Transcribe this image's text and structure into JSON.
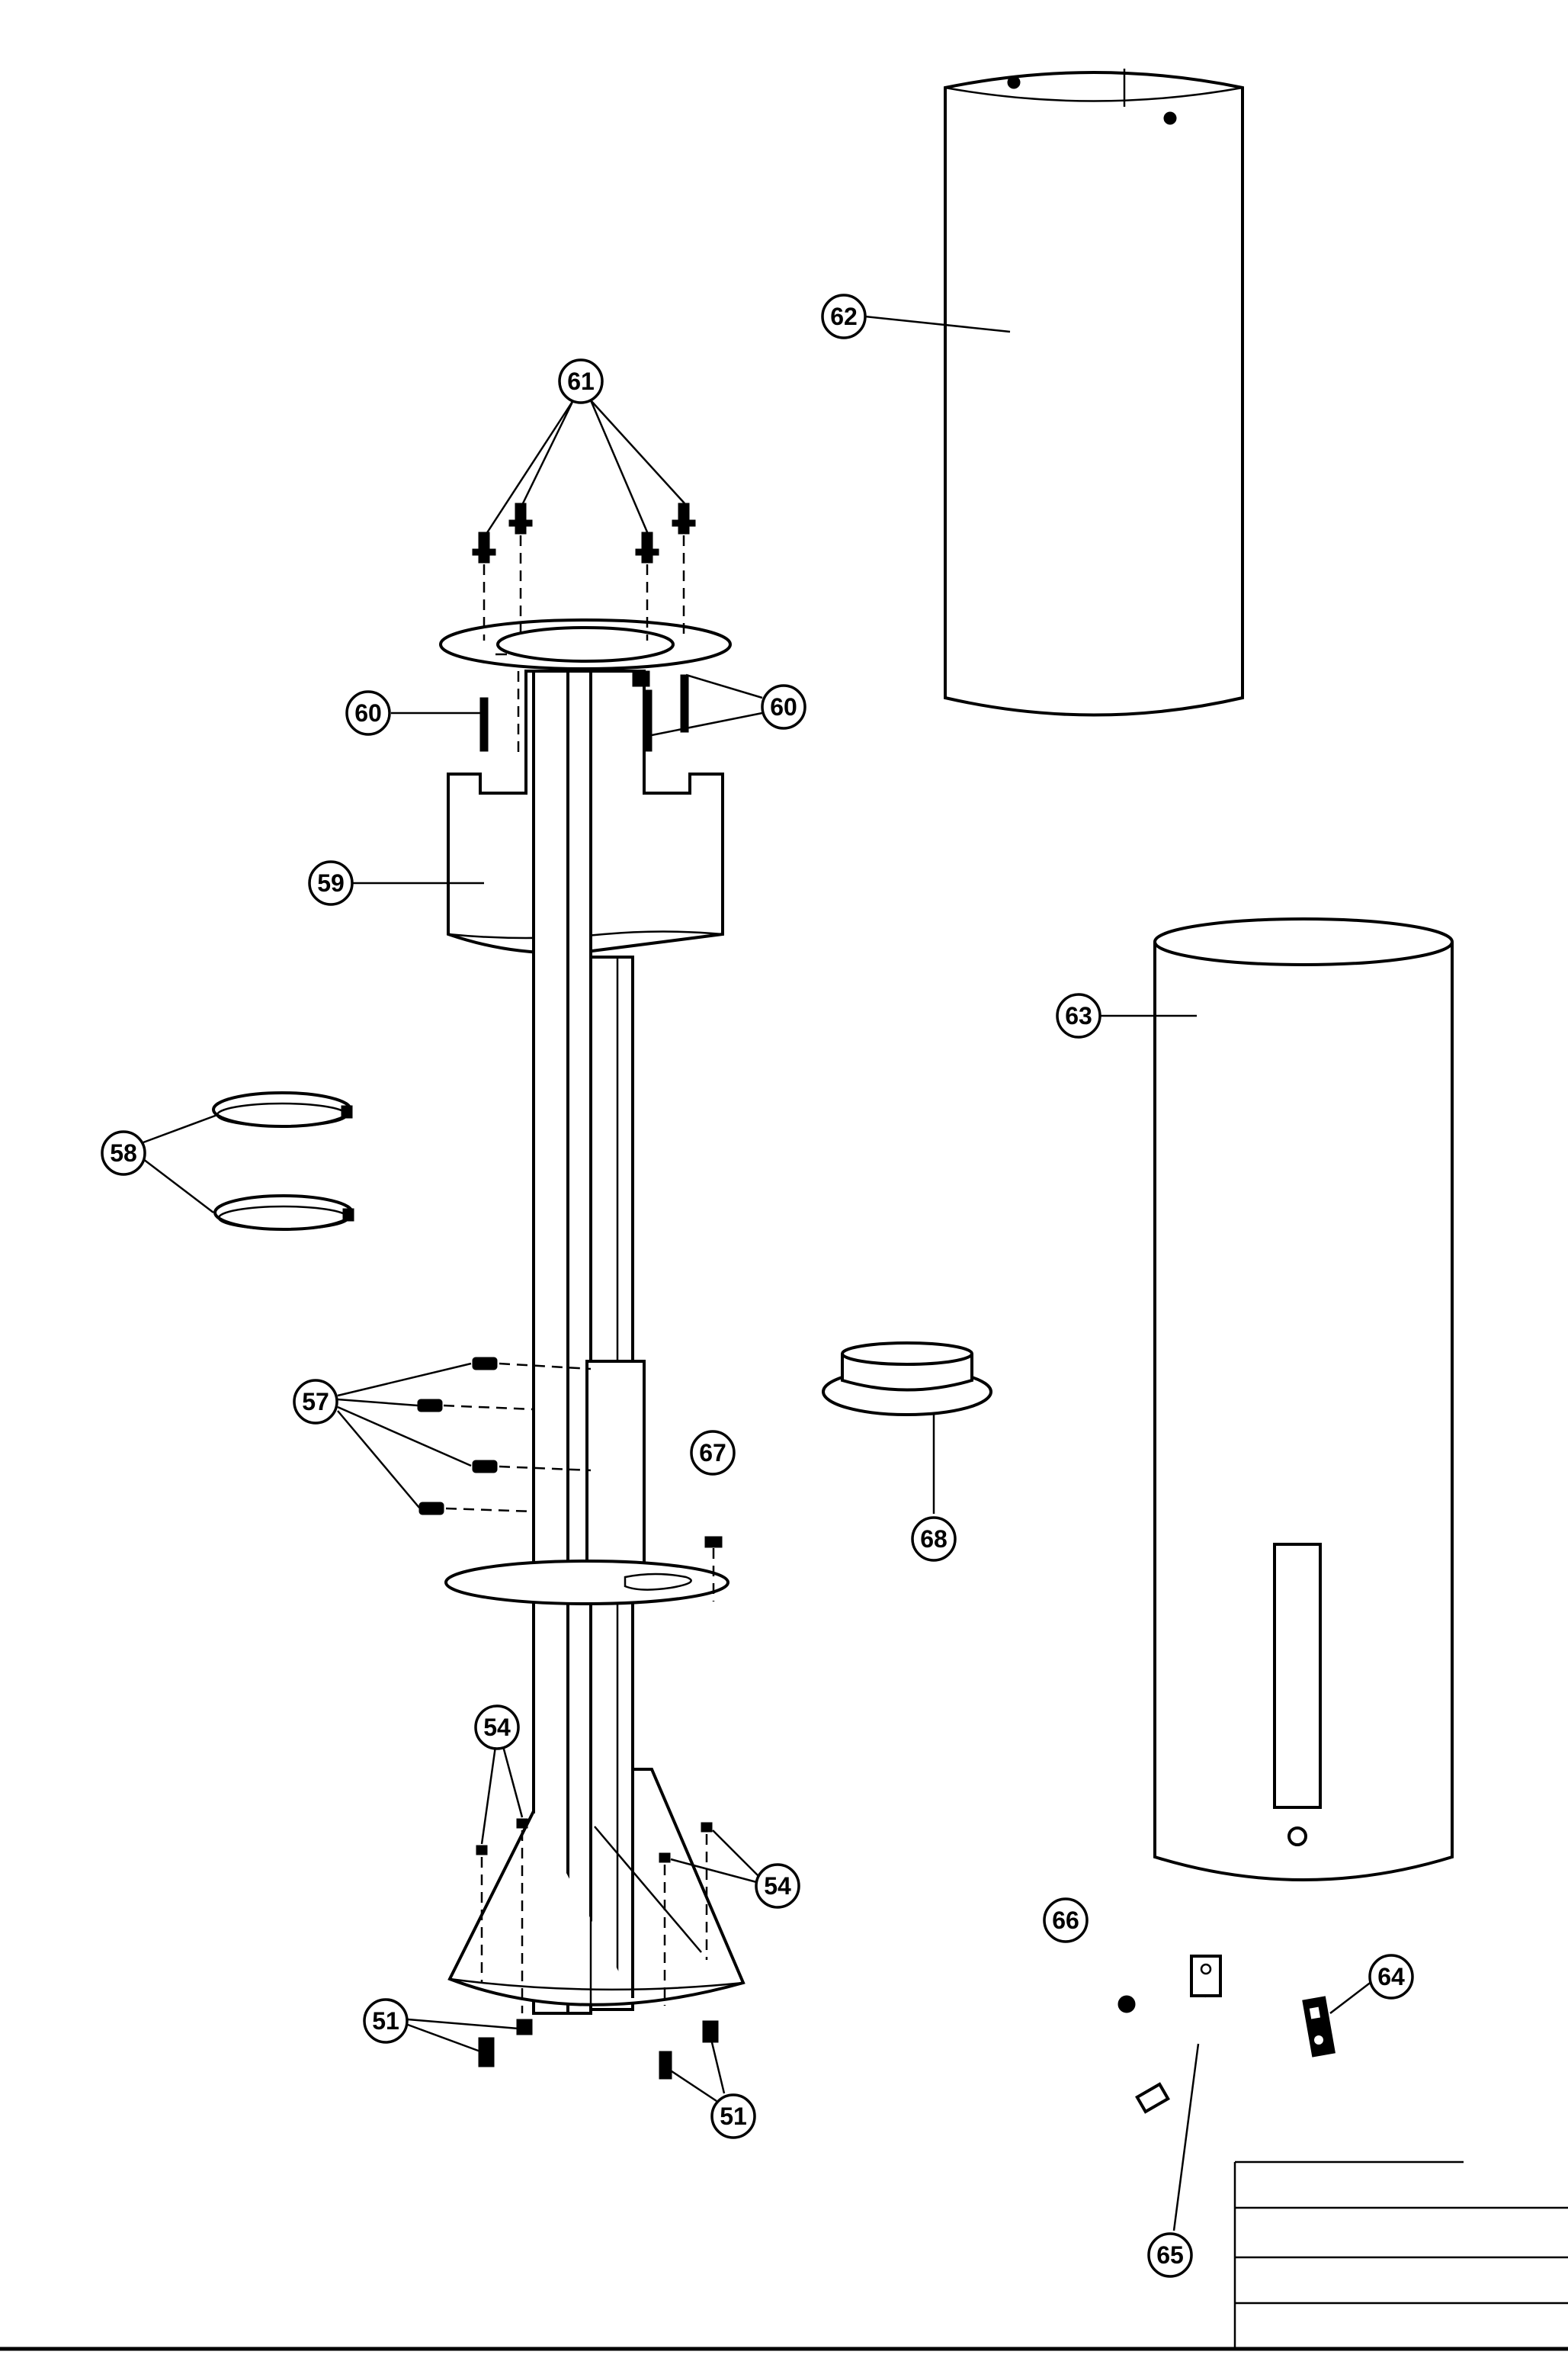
{
  "diagram": {
    "callouts": [
      {
        "id": "c62",
        "label": "62"
      },
      {
        "id": "c61",
        "label": "61"
      },
      {
        "id": "c60a",
        "label": "60"
      },
      {
        "id": "c60b",
        "label": "60"
      },
      {
        "id": "c59",
        "label": "59"
      },
      {
        "id": "c63",
        "label": "63"
      },
      {
        "id": "c58",
        "label": "58"
      },
      {
        "id": "c57",
        "label": "57"
      },
      {
        "id": "c67",
        "label": "67"
      },
      {
        "id": "c68",
        "label": "68"
      },
      {
        "id": "c54a",
        "label": "54"
      },
      {
        "id": "c54b",
        "label": "54"
      },
      {
        "id": "c66",
        "label": "66"
      },
      {
        "id": "c64",
        "label": "64"
      },
      {
        "id": "c51a",
        "label": "51"
      },
      {
        "id": "c51b",
        "label": "51"
      },
      {
        "id": "c65",
        "label": "65"
      }
    ]
  }
}
